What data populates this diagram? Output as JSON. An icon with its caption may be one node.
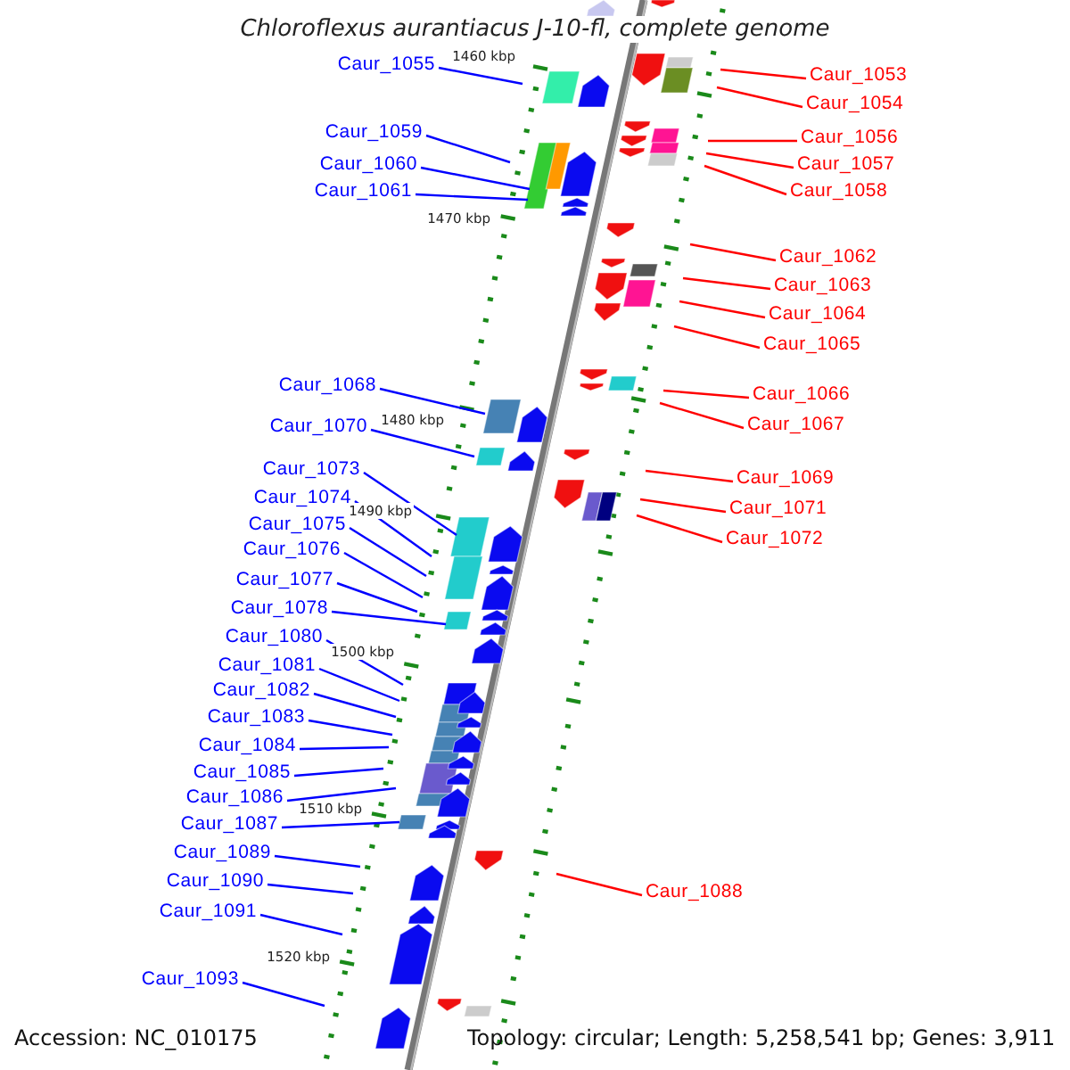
{
  "diagram": {
    "title": "Chloroflexus aurantiacus J-10-fl, complete genome",
    "nodes": [
      {
        "text": [
          "Caur_1055"
        ]
      },
      {
        "text": [
          "Caur_1059"
        ]
      },
      {
        "text": [
          "Caur_1060"
        ]
      },
      {
        "text": [
          "Caur_1061"
        ]
      },
      {
        "text": [
          "Caur_1068"
        ]
      },
      {
        "text": [
          "Caur_1070"
        ]
      },
      {
        "text": [
          "Caur_1073"
        ]
      },
      {
        "text": [
          "Caur_1074"
        ]
      },
      {
        "text": [
          "Caur_1075"
        ]
      },
      {
        "text": [
          "Caur_1076"
        ]
      },
      {
        "text": [
          "Caur_1077"
        ]
      },
      {
        "text": [
          "Caur_1078"
        ]
      },
      {
        "text": [
          "Caur_1080"
        ]
      },
      {
        "text": [
          "Caur_1081"
        ]
      },
      {
        "text": [
          "Caur_1082"
        ]
      },
      {
        "text": [
          "Caur_1083"
        ]
      },
      {
        "text": [
          "Caur_1084"
        ]
      },
      {
        "text": [
          "Caur_1085"
        ]
      },
      {
        "text": [
          "Caur_1086"
        ]
      },
      {
        "text": [
          "Caur_1087"
        ]
      },
      {
        "text": [
          "Caur_1089"
        ]
      },
      {
        "text": [
          "Caur_1090"
        ]
      },
      {
        "text": [
          "Caur_1091"
        ]
      },
      {
        "text": [
          "Caur_1093"
        ]
      },
      {
        "text": [
          "Caur_1053"
        ]
      },
      {
        "text": [
          "Caur_1054"
        ]
      },
      {
        "text": [
          "Caur_1056"
        ]
      },
      {
        "text": [
          "Caur_1057"
        ]
      },
      {
        "text": [
          "Caur_1058"
        ]
      },
      {
        "text": [
          "Caur_1062"
        ]
      },
      {
        "text": [
          "Caur_1063"
        ]
      },
      {
        "text": [
          "Caur_1064"
        ]
      },
      {
        "text": [
          "Caur_1065"
        ]
      },
      {
        "text": [
          "Caur_1066"
        ]
      },
      {
        "text": [
          "Caur_1067"
        ]
      },
      {
        "text": [
          "Caur_1069"
        ]
      },
      {
        "text": [
          "Caur_1071"
        ]
      },
      {
        "text": [
          "Caur_1072"
        ]
      },
      {
        "text": [
          "Caur_1088"
        ]
      }
    ],
    "edges": [
      {
        "from": 0,
        "to": null,
        "arrow": "none"
      },
      {
        "from": 1,
        "to": null,
        "arrow": "none"
      },
      {
        "from": 2,
        "to": null,
        "arrow": "none"
      },
      {
        "from": 3,
        "to": null,
        "arrow": "none"
      },
      {
        "from": 4,
        "to": null,
        "arrow": "none"
      },
      {
        "from": 5,
        "to": null,
        "arrow": "none"
      },
      {
        "from": 6,
        "to": null,
        "arrow": "none"
      },
      {
        "from": 7,
        "to": null,
        "arrow": "none"
      },
      {
        "from": 8,
        "to": null,
        "arrow": "none"
      },
      {
        "from": 9,
        "to": null,
        "arrow": "none"
      },
      {
        "from": 10,
        "to": null,
        "arrow": "none"
      },
      {
        "from": 11,
        "to": null,
        "arrow": "none"
      },
      {
        "from": 12,
        "to": null,
        "arrow": "none"
      },
      {
        "from": 13,
        "to": null,
        "arrow": "none"
      },
      {
        "from": 14,
        "to": null,
        "arrow": "none"
      },
      {
        "from": 15,
        "to": null,
        "arrow": "none"
      },
      {
        "from": 16,
        "to": null,
        "arrow": "none"
      },
      {
        "from": 17,
        "to": null,
        "arrow": "none"
      },
      {
        "from": 18,
        "to": null,
        "arrow": "none"
      },
      {
        "from": 19,
        "to": null,
        "arrow": "none"
      },
      {
        "from": 20,
        "to": null,
        "arrow": "none"
      },
      {
        "from": 21,
        "to": null,
        "arrow": "none"
      },
      {
        "from": 22,
        "to": null,
        "arrow": "none"
      },
      {
        "from": 23,
        "to": null,
        "arrow": "none"
      },
      {
        "from": 24,
        "to": null,
        "arrow": "none",
        "color": "#ff0000"
      },
      {
        "from": 25,
        "to": null,
        "arrow": "none",
        "color": "#ff0000"
      },
      {
        "from": 26,
        "to": null,
        "arrow": "none",
        "color": "#ff0000"
      },
      {
        "from": 27,
        "to": null,
        "arrow": "none",
        "color": "#ff0000"
      },
      {
        "from": 28,
        "to": null,
        "arrow": "none",
        "color": "#ff0000"
      },
      {
        "from": 29,
        "to": null,
        "arrow": "none",
        "color": "#ff0000"
      },
      {
        "from": 30,
        "to": null,
        "arrow": "none",
        "color": "#ff0000"
      },
      {
        "from": 31,
        "to": null,
        "arrow": "none",
        "color": "#ff0000"
      },
      {
        "from": 32,
        "to": null,
        "arrow": "none",
        "color": "#ff0000"
      },
      {
        "from": 33,
        "to": null,
        "arrow": "none",
        "color": "#ff0000"
      },
      {
        "from": 34,
        "to": null,
        "arrow": "none",
        "color": "#ff0000"
      },
      {
        "from": 35,
        "to": null,
        "arrow": "none",
        "color": "#ff0000"
      },
      {
        "from": 36,
        "to": null,
        "arrow": "none",
        "color": "#ff0000"
      },
      {
        "from": 37,
        "to": null,
        "arrow": "none",
        "color": "#ff0000"
      },
      {
        "from": 38,
        "to": null,
        "arrow": "none",
        "color": "#ff0000"
      }
    ],
    "labels": [
      "1460 kbp",
      "1470 kbp",
      "1480 kbp",
      "1490 kbp",
      "1500 kbp",
      "1510 kbp",
      "1520 kbp",
      "Accession: NC_010175",
      "Topology: circular; Length: 5,258,541 bp; Genes: 3,911"
    ]
  }
}
